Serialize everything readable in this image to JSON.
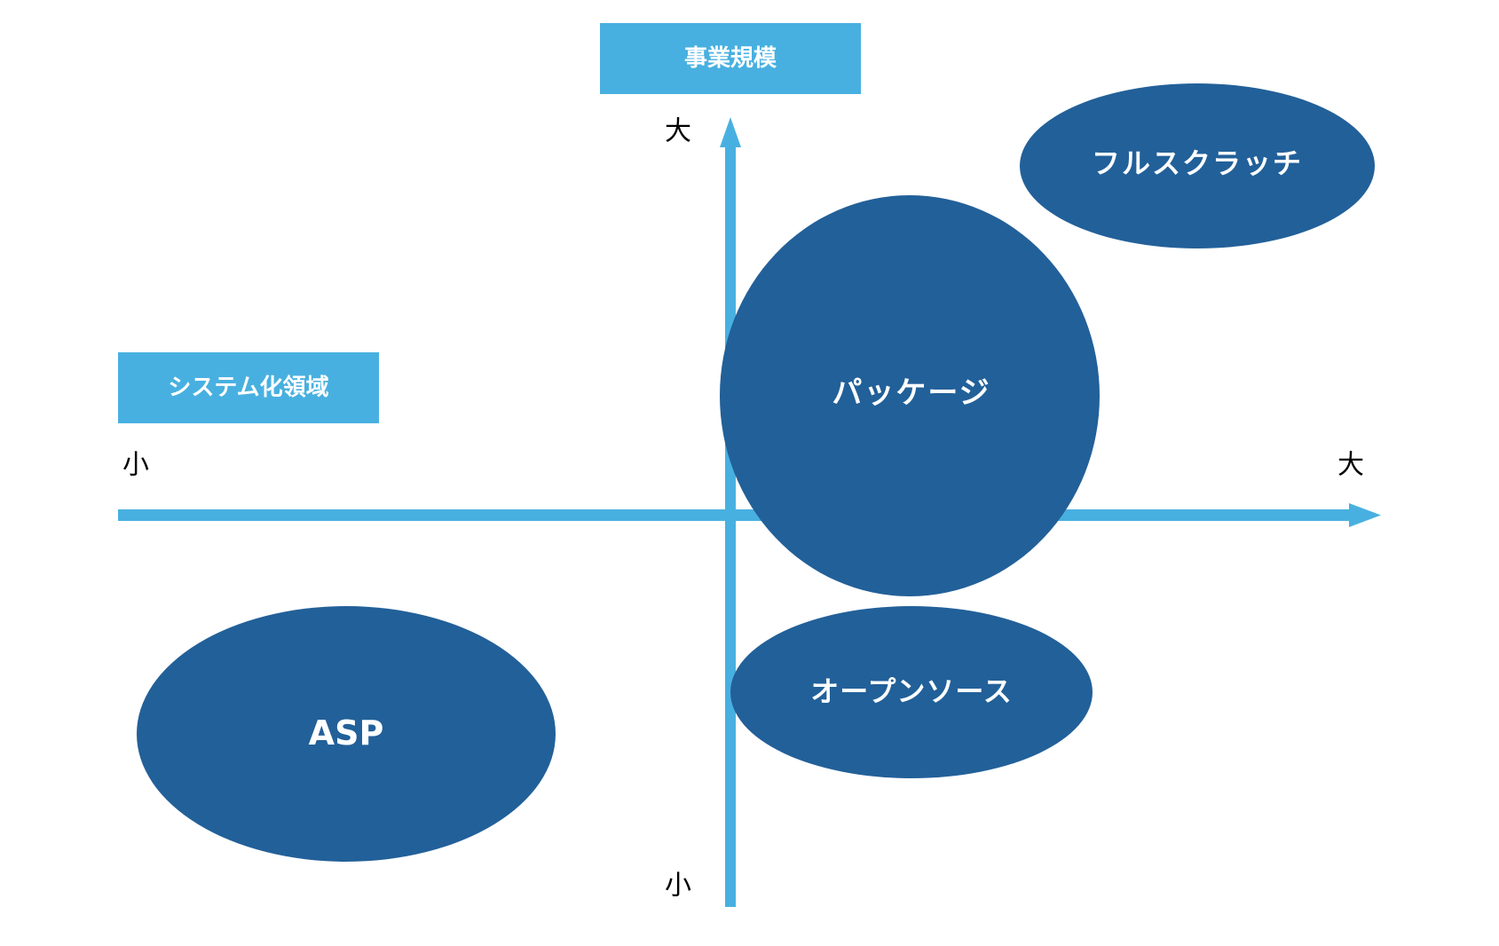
{
  "colors": {
    "axis": "#48B0E0",
    "bubble": "#226099",
    "label_box": "#48B0E0",
    "bubble_text": "#ffffff",
    "tick_text": "#000000"
  },
  "y_axis": {
    "title": "事業規模",
    "high_label": "大",
    "low_label": "小"
  },
  "x_axis": {
    "title": "システム化領域",
    "high_label": "大",
    "low_label": "小"
  },
  "items": [
    {
      "label": "フルスクラッチ"
    },
    {
      "label": "パッケージ"
    },
    {
      "label": "オープンソース"
    },
    {
      "label": "ASP"
    }
  ]
}
